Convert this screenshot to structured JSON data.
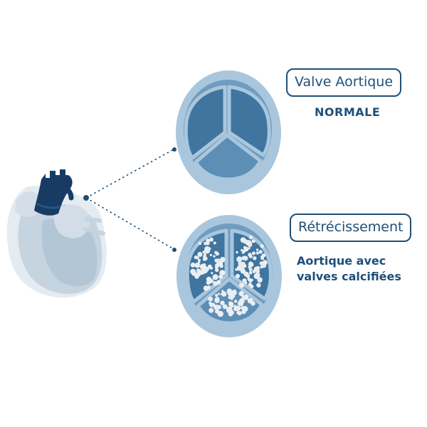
{
  "valves": [
    {
      "title": "Valve Aortique",
      "subtitle": "NORMALE"
    },
    {
      "title": "Rétrécissement",
      "subtitle_lines": [
        "Aortique avec",
        "valves calcifiées"
      ]
    }
  ],
  "colors": {
    "dark_navy": "#1f4f78",
    "ring_outer": "#a9c6dc",
    "ring_inner": "#6f9cc0",
    "cusp": "#3f759f",
    "cusp_light": "#5d8eb5",
    "calcification": "#e9eef3",
    "heart_body": "#c8d6e2",
    "heart_vessels": "#173b63"
  },
  "icons": [
    "heart-illustration",
    "normal-valve-icon",
    "calcified-valve-icon"
  ]
}
